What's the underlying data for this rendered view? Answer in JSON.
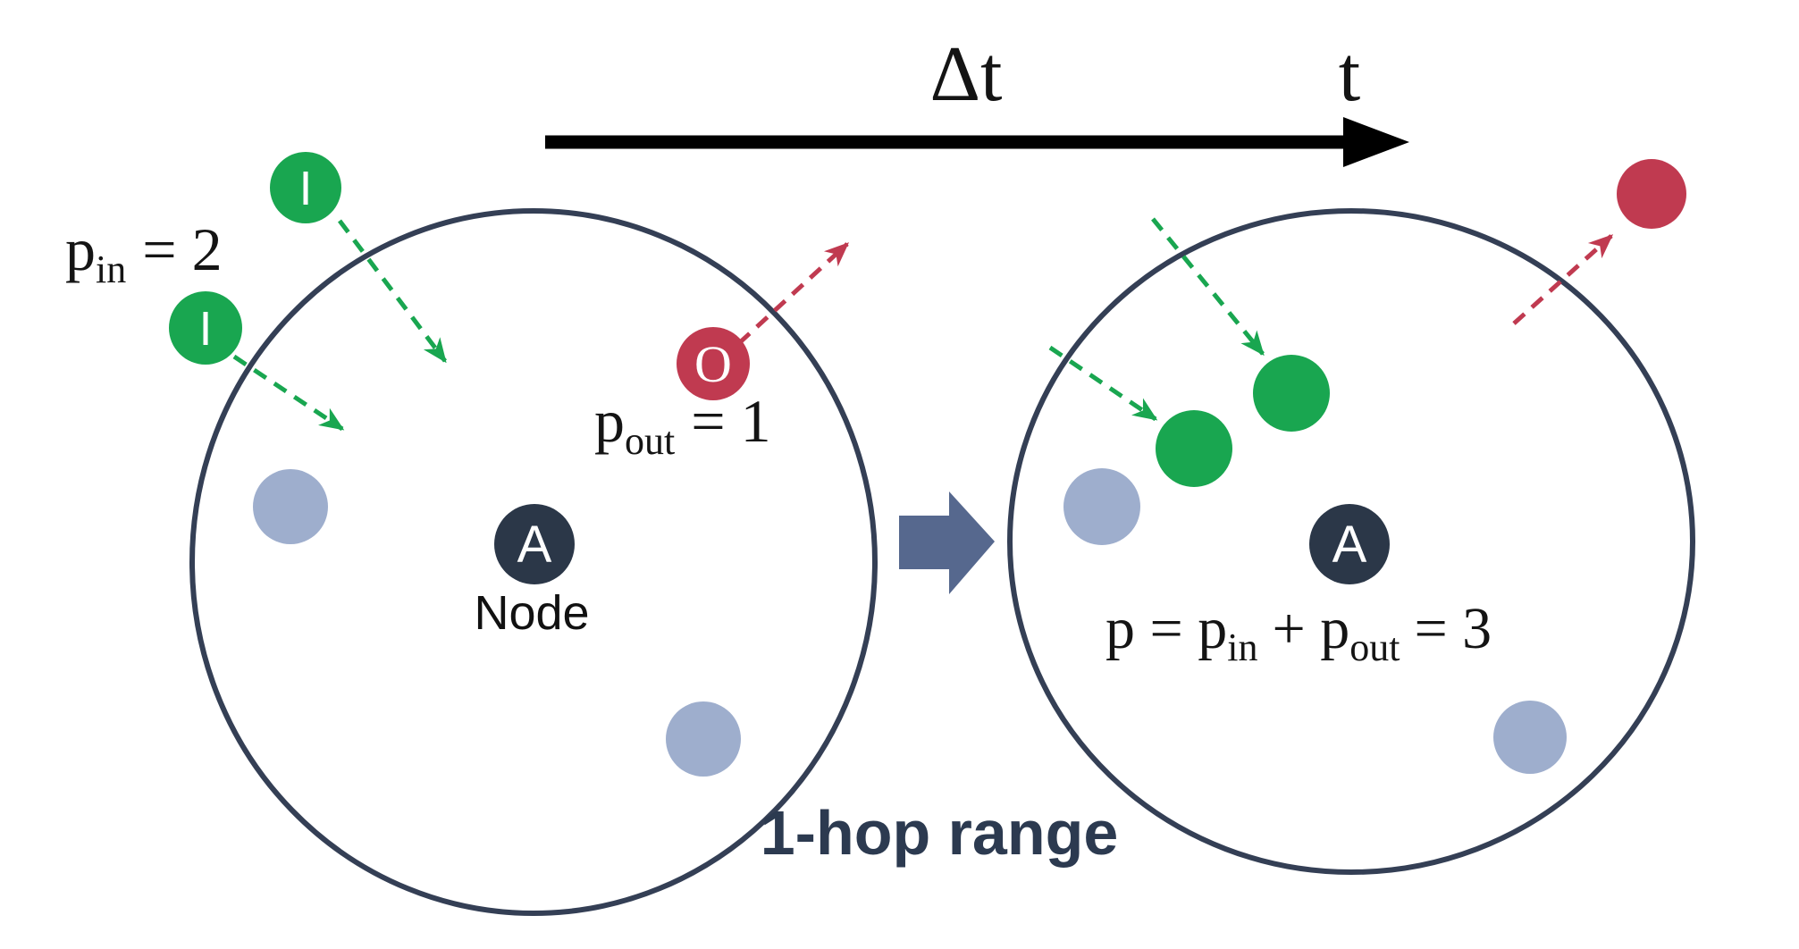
{
  "timeline": {
    "interval_label": "Δt",
    "time_label": "t"
  },
  "left_diagram": {
    "p_in_base": "p",
    "p_in_sub": "in",
    "p_in_rest": "= 2",
    "p_out_base": "p",
    "p_out_sub": "out",
    "p_out_rest": "= 1",
    "node_letter": "A",
    "node_caption": "Node",
    "incoming_letter": "I",
    "outgoing_letter": "O"
  },
  "right_diagram": {
    "node_letter": "A",
    "eq_part1": "p = p",
    "eq_sub1": "in",
    "eq_part2": "+ p",
    "eq_sub2": "out",
    "eq_part3": "= 3"
  },
  "caption": {
    "range_label": "1-hop range"
  },
  "colors": {
    "incoming_green": "#19a650",
    "outgoing_red": "#c03a50",
    "neighbor_gray_blue": "#9eaecd",
    "node_navy": "#2b3748",
    "range_circle_stroke": "#343f55",
    "transition_arrow_blue": "#56688e",
    "caption_navy": "#2c3a50",
    "timeline_black": "#000000"
  }
}
